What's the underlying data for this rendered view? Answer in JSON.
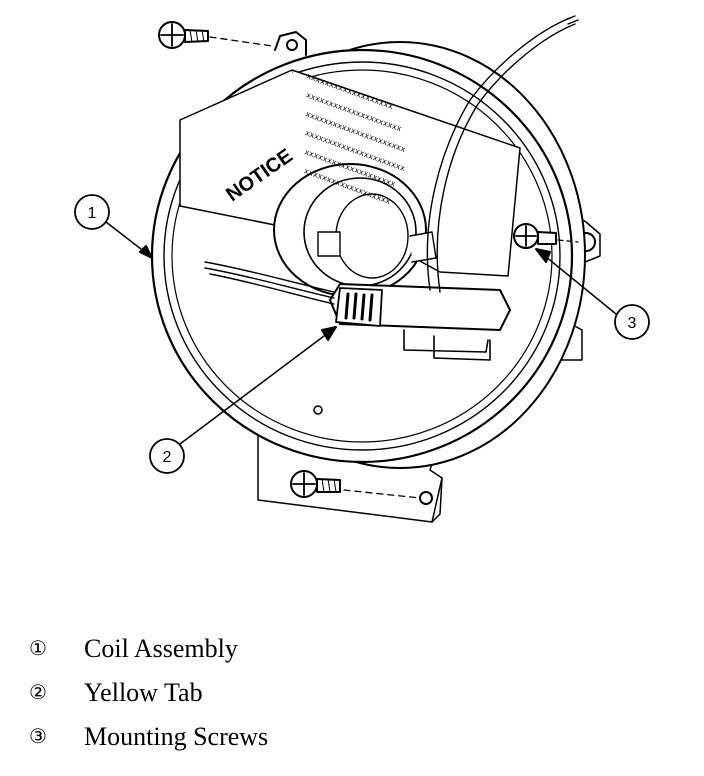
{
  "diagram": {
    "notice_label": "NOTICE",
    "callouts": [
      {
        "id": "1"
      },
      {
        "id": "2"
      },
      {
        "id": "3"
      }
    ],
    "xx_lines": [
      "xxxxxxxxxxxxxxxxxxx",
      "xxxxxxxxxxxxxxxxxxxxx",
      "xxxxxxxxxxxxxxxxxxxxxx",
      "xxxxxxxxxxxxxxxxxxxxxx",
      "xxxxxxxxxxxxxxxxxxxx",
      "xxxxxxxxxxxxxxxxxxx"
    ]
  },
  "legend": {
    "items": [
      {
        "marker": "①",
        "label": "Coil Assembly"
      },
      {
        "marker": "②",
        "label": "Yellow Tab"
      },
      {
        "marker": "③",
        "label": "Mounting Screws"
      }
    ]
  }
}
